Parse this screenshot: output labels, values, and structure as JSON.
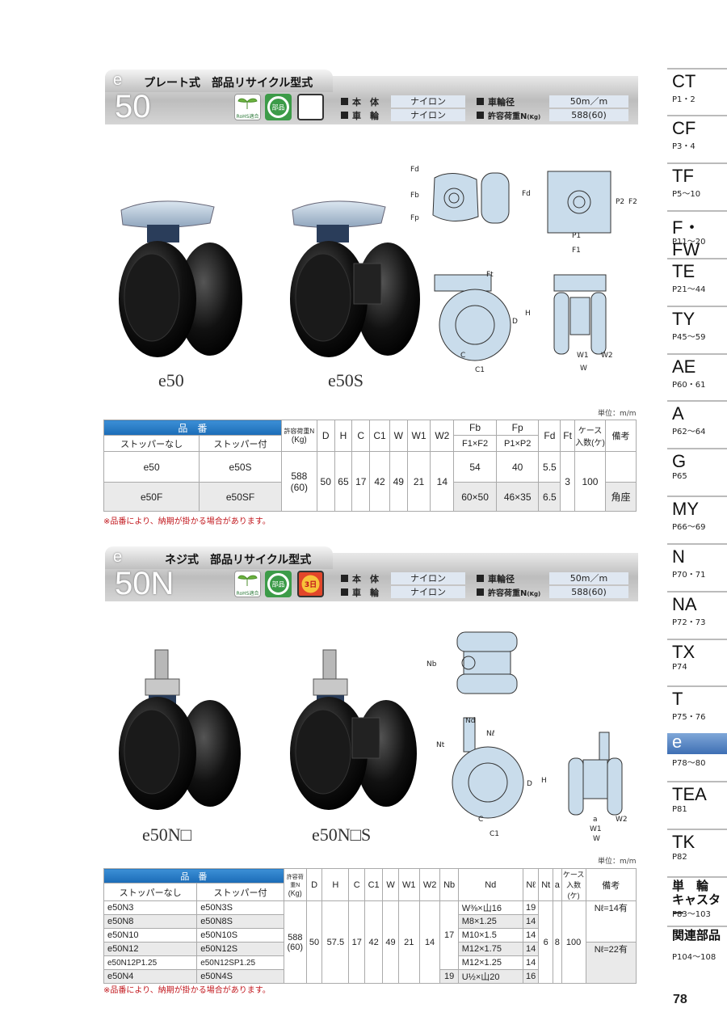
{
  "sidebar": [
    {
      "code": "CT",
      "pages": "P1・2"
    },
    {
      "code": "CF",
      "pages": "P3・4"
    },
    {
      "code": "TF",
      "pages": "P5〜10"
    },
    {
      "code": "F・FW",
      "pages": "P11〜20"
    },
    {
      "code": "TE",
      "pages": "P21〜44"
    },
    {
      "code": "TY",
      "pages": "P45〜59"
    },
    {
      "code": "AE",
      "pages": "P60・61"
    },
    {
      "code": "A",
      "pages": "P62〜64"
    },
    {
      "code": "G",
      "pages": "P65"
    },
    {
      "code": "MY",
      "pages": "P66〜69"
    },
    {
      "code": "N",
      "pages": "P70・71"
    },
    {
      "code": "NA",
      "pages": "P72・73"
    },
    {
      "code": "TX",
      "pages": "P74"
    },
    {
      "code": "T",
      "pages": "P75・76"
    },
    {
      "code": "e",
      "pages": "P78〜80"
    },
    {
      "code": "TEA",
      "pages": "P81"
    },
    {
      "code": "TK",
      "pages": "P82"
    },
    {
      "code": "単　輪\nキャスター",
      "pages": "P83〜103"
    },
    {
      "code": "関連部品",
      "pages": "P104〜108"
    }
  ],
  "page_number": "78",
  "badges": {
    "rohs": "RoHS適合",
    "parts": "部品",
    "days": "3日"
  },
  "section1": {
    "small_e": "e",
    "big": "50",
    "title": "プレート式　部品リサイクル型式",
    "spec": {
      "body_k": "本　体",
      "body_v": "ナイロン",
      "wheel_dia_k": "車輪径",
      "wheel_dia_v": "50m／m",
      "wheel_k": "車　輪",
      "wheel_v": "ナイロン",
      "load_k": "許容荷重N",
      "load_unit": "(Kg)",
      "load_v": "588(60)"
    },
    "label1": "e50",
    "label2": "e50S",
    "dims": {
      "fd": "Fd",
      "fb": "Fb",
      "fp": "Fp",
      "fd2": "Fd",
      "p1": "P1",
      "f1": "F1",
      "p2": "P2",
      "f2": "F2",
      "ft": "Ft",
      "d": "D",
      "h": "H",
      "c": "C",
      "c1": "C1",
      "w1": "W1",
      "w2": "W2",
      "w": "W"
    },
    "unit": "単位：m/m",
    "table": {
      "h_hinban": "品　番",
      "h_load": "許容荷重N",
      "h_load2": "(Kg)",
      "h_nostop": "ストッパーなし",
      "h_stop": "ストッパー付",
      "cols": [
        "D",
        "H",
        "C",
        "C1",
        "W",
        "W1",
        "W2"
      ],
      "h_fb": "Fb",
      "h_fb2": "F1×F2",
      "h_fp": "Fp",
      "h_fp2": "P1×P2",
      "h_fd": "Fd",
      "h_ft": "Ft",
      "h_case": "ケース入数(ケ)",
      "h_note": "備考",
      "rows": [
        {
          "nostop": "e50",
          "stop": "e50S",
          "fb": "54",
          "fp": "40",
          "fd": "5.5",
          "note": ""
        },
        {
          "nostop": "e50F",
          "stop": "e50SF",
          "fb": "60×50",
          "fp": "46×35",
          "fd": "6.5",
          "note": "角座"
        }
      ],
      "load": "588\n(60)",
      "vals": [
        "50",
        "65",
        "17",
        "42",
        "49",
        "21",
        "14"
      ],
      "ft": "3",
      "case": "100"
    },
    "note": "※品番により、納期が掛かる場合があります。"
  },
  "section2": {
    "small_e": "e",
    "big": "50N",
    "title": "ネジ式　部品リサイクル型式",
    "spec": {
      "body_k": "本　体",
      "body_v": "ナイロン",
      "wheel_dia_k": "車輪径",
      "wheel_dia_v": "50m／m",
      "wheel_k": "車　輪",
      "wheel_v": "ナイロン",
      "load_k": "許容荷重N",
      "load_unit": "(Kg)",
      "load_v": "588(60)"
    },
    "label1": "e50N□",
    "label2": "e50N□S",
    "dims": {
      "nb": "Nb",
      "nd": "Nd",
      "nl": "Nℓ",
      "nt": "Nt",
      "d": "D",
      "h": "H",
      "c": "C",
      "c1": "C1",
      "a": "a",
      "w1": "W1",
      "w2": "W2",
      "w": "W"
    },
    "unit": "単位：m/m",
    "table": {
      "h_hinban": "品　番",
      "h_load": "許容荷重N",
      "h_load2": "(Kg)",
      "h_nostop": "ストッパーなし",
      "h_stop": "ストッパー付",
      "cols": [
        "D",
        "H",
        "C",
        "C1",
        "W",
        "W1",
        "W2",
        "Nb",
        "Nd",
        "Nℓ",
        "Nt",
        "a"
      ],
      "h_case": "ケース入数(ケ)",
      "h_note": "備考",
      "rows": [
        {
          "nostop": "e50N3",
          "stop": "e50N3S",
          "nd": "W⅜×山16",
          "nl": "19"
        },
        {
          "nostop": "e50N8",
          "stop": "e50N8S",
          "nd": "M8×1.25",
          "nl": "14"
        },
        {
          "nostop": "e50N10",
          "stop": "e50N10S",
          "nd": "M10×1.5",
          "nl": "14"
        },
        {
          "nostop": "e50N12",
          "stop": "e50N12S",
          "nd": "M12×1.75",
          "nl": "14"
        },
        {
          "nostop": "e50N12P1.25",
          "stop": "e50N12SP1.25",
          "nd": "M12×1.25",
          "nl": "14"
        },
        {
          "nostop": "e50N4",
          "stop": "e50N4S",
          "nd": "U½×山20",
          "nl": "16"
        }
      ],
      "load": "588\n(60)",
      "vals": [
        "50",
        "57.5",
        "17",
        "42",
        "49",
        "21",
        "14"
      ],
      "nb17": "17",
      "nb19": "19",
      "nt": "6",
      "a": "8",
      "case": "100",
      "note1": "Nℓ=14有",
      "note2": "Nℓ=22有"
    },
    "note": "※品番により、納期が掛かる場合があります。"
  }
}
